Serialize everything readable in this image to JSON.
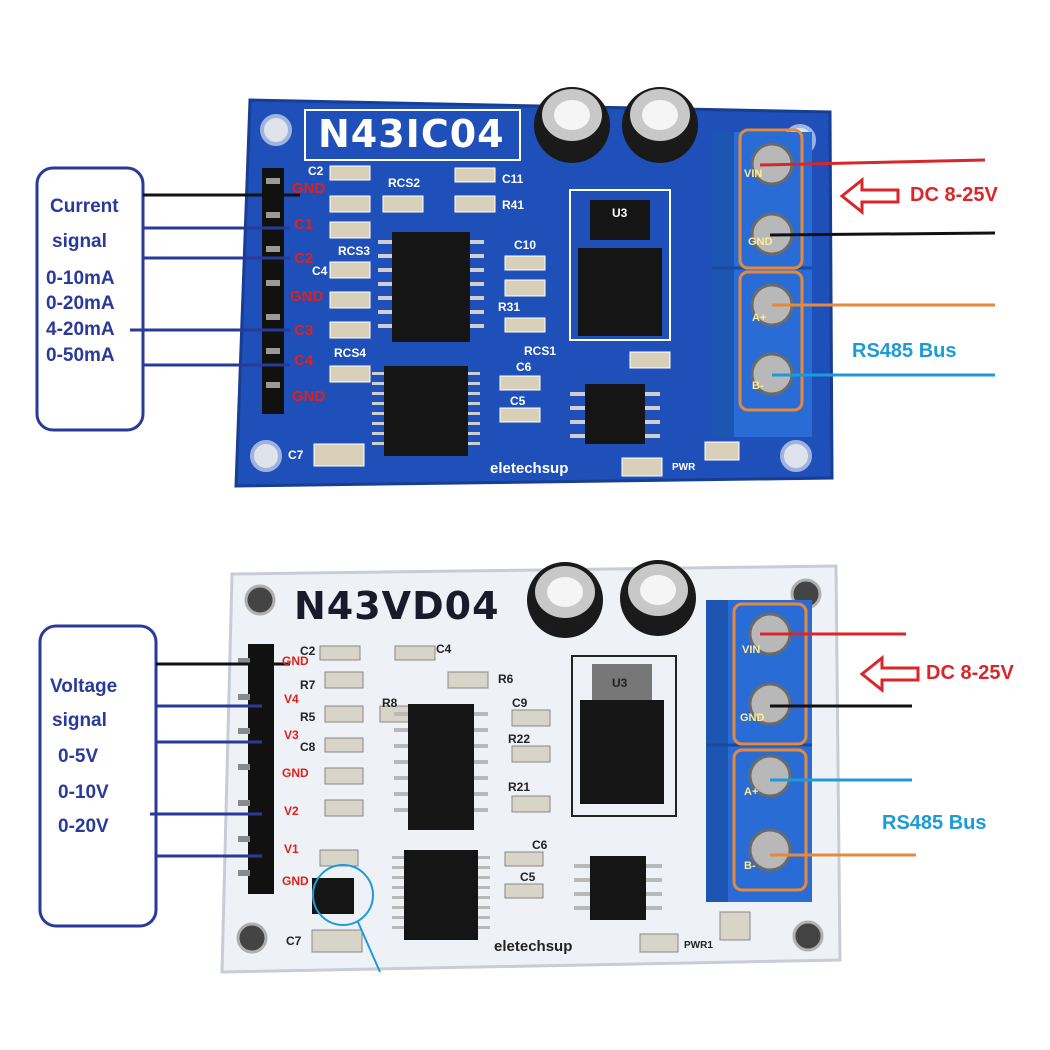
{
  "top_board": {
    "title": "N43IC04",
    "brand": "eletechsup",
    "legend": {
      "heading_line1": "Current",
      "heading_line2": "signal",
      "ranges": [
        "0-10mA",
        "0-20mA",
        "4-20mA",
        "0-50mA"
      ]
    },
    "pin_labels": [
      "GND",
      "C1",
      "C2",
      "GND",
      "C3",
      "C4",
      "GND"
    ],
    "silkscreen": [
      "C2",
      "RCS2",
      "C11",
      "R41",
      "C10",
      "R31",
      "RCS3",
      "C4",
      "RCS1",
      "C6",
      "C5",
      "RCS4",
      "C7",
      "U3",
      "PWR"
    ],
    "terminal_labels": [
      "VIN",
      "GND",
      "A+",
      "B-"
    ],
    "supply_callout": "DC 8-25V",
    "bus_callout": "RS485 Bus",
    "colors": {
      "pcb": "#1f4fb8",
      "label_red": "#e0201c",
      "legend_blue": "#2a3a9a"
    }
  },
  "bottom_board": {
    "title": "N43VD04",
    "brand": "eletechsup",
    "legend": {
      "heading_line1": "Voltage",
      "heading_line2": "signal",
      "ranges": [
        "0-5V",
        "0-10V",
        "0-20V"
      ]
    },
    "pin_labels": [
      "GND",
      "V4",
      "V3",
      "GND",
      "V2",
      "V1",
      "GND"
    ],
    "silkscreen": [
      "C2",
      "C4",
      "R7",
      "R6",
      "R5",
      "R8",
      "C9",
      "C8",
      "R22",
      "R21",
      "C6",
      "C5",
      "C7",
      "U3",
      "PWR1"
    ],
    "terminal_labels": [
      "VIN",
      "GND",
      "A+",
      "B-"
    ],
    "supply_callout": "DC 8-25V",
    "bus_callout": "RS485 Bus",
    "colors": {
      "pcb": "#eef1f6",
      "label_red": "#e0201c",
      "legend_blue": "#2a3a9a"
    }
  }
}
